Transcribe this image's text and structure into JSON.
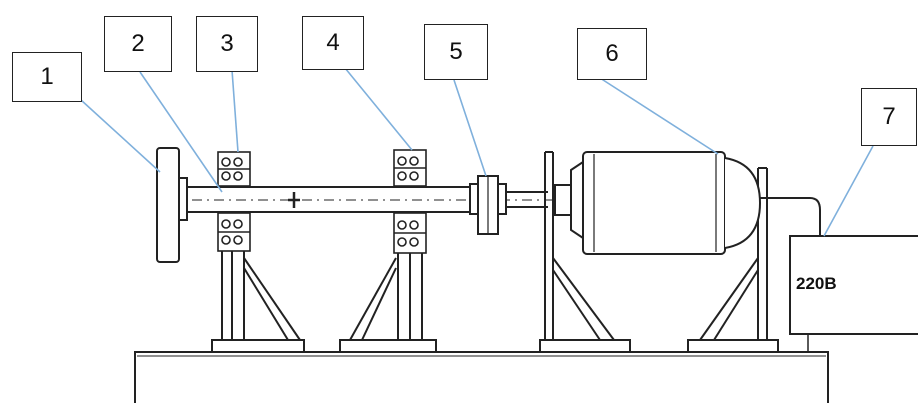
{
  "callouts": [
    {
      "id": "1",
      "label": "1"
    },
    {
      "id": "2",
      "label": "2"
    },
    {
      "id": "3",
      "label": "3"
    },
    {
      "id": "4",
      "label": "4"
    },
    {
      "id": "5",
      "label": "5"
    },
    {
      "id": "6",
      "label": "6"
    },
    {
      "id": "7",
      "label": "7"
    }
  ],
  "power_supply": {
    "label": "220В"
  },
  "colors": {
    "leader_line": "#7fb0dc",
    "ink": "#222222"
  }
}
